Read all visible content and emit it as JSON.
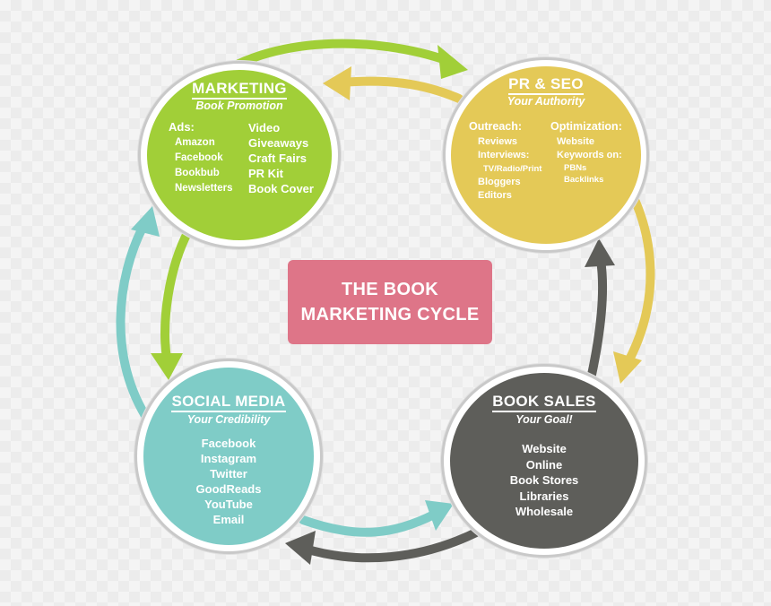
{
  "center": {
    "line1": "THE BOOK",
    "line2": "MARKETING CYCLE"
  },
  "marketing": {
    "title": "MARKETING",
    "subtitle": "Book Promotion",
    "left_heading": "Ads:",
    "left_items": [
      "Amazon",
      "Facebook",
      "Bookbub",
      "Newsletters"
    ],
    "right_items": [
      "Video",
      "Giveaways",
      "Craft Fairs",
      "PR Kit",
      "Book Cover"
    ]
  },
  "prseo": {
    "title": "PR & SEO",
    "subtitle": "Your Authority",
    "left_heading": "Outreach:",
    "left_items": [
      "Reviews",
      "Interviews:",
      "TV/Radio/Print",
      "Bloggers",
      "Editors"
    ],
    "right_heading": "Optimization:",
    "right_items": [
      "Website",
      "Keywords on:",
      "PBNs",
      "Backlinks"
    ]
  },
  "social": {
    "title": "SOCIAL MEDIA",
    "subtitle": "Your Credibility",
    "items": [
      "Facebook",
      "Instagram",
      "Twitter",
      "GoodReads",
      "YouTube",
      "Email"
    ]
  },
  "sales": {
    "title": "BOOK SALES",
    "subtitle": "Your Goal!",
    "items": [
      "Website",
      "Online",
      "Book Stores",
      "Libraries",
      "Wholesale"
    ]
  },
  "colors": {
    "marketing": "#a1cf38",
    "prseo": "#e4c957",
    "social": "#7fccc7",
    "sales": "#5e5e5a",
    "center": "#de7588"
  }
}
